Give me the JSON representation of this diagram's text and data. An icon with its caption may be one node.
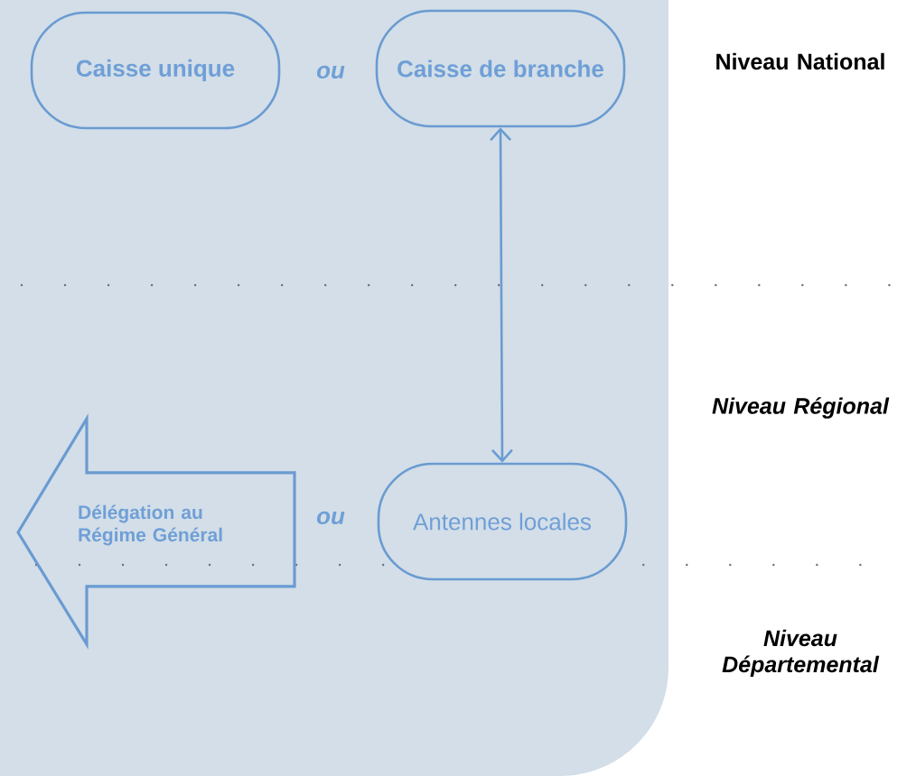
{
  "diagram": {
    "nodes": [
      {
        "text": [
          "Caisse unique"
        ]
      },
      {
        "text": [
          "Caisse de branche"
        ]
      },
      {
        "text": [
          "Délégation au Régime Général"
        ]
      },
      {
        "text": [
          "Antennes locales"
        ]
      }
    ],
    "edges": [
      {
        "from": 1,
        "to": 3,
        "arrow": "both"
      }
    ],
    "labels": [
      "ou",
      "ou",
      "Niveau National",
      "Niveau Régional",
      "Niveau Départemental"
    ]
  }
}
